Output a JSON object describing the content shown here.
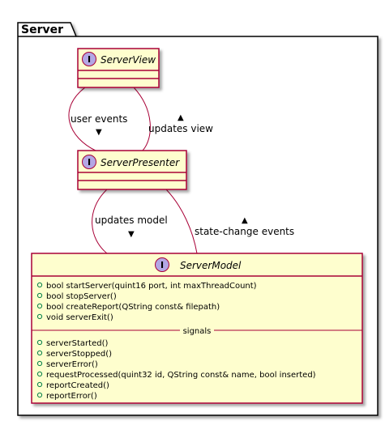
{
  "package": {
    "name": "Server"
  },
  "classes": {
    "view": {
      "name": "ServerView",
      "stereotype_letter": "I"
    },
    "presenter": {
      "name": "ServerPresenter",
      "stereotype_letter": "I"
    },
    "model": {
      "name": "ServerModel",
      "stereotype_letter": "I",
      "methods": [
        "bool startServer(quint16 port, int maxThreadCount)",
        "bool stopServer()",
        "bool createReport(QString const& filepath)",
        "void serverExit()"
      ],
      "signals_label": "signals",
      "signals": [
        "serverStarted()",
        "serverStopped()",
        "serverError()",
        "requestProcessed(quint32 id, QString const& name, bool inserted)",
        "reportCreated()",
        "reportError()"
      ]
    }
  },
  "edges": {
    "user_events": {
      "label": "user events",
      "arrow": "▼"
    },
    "updates_view": {
      "label": "updates view",
      "arrow": "▲"
    },
    "updates_model": {
      "label": "updates model",
      "arrow": "▼"
    },
    "state_change": {
      "label": "state-change events",
      "arrow": "▲"
    }
  },
  "colors": {
    "class_fill": "#FEFECE",
    "class_border": "#A80036",
    "stereo_circle": "#B4A7E5",
    "package_fill": "#FFFFFF",
    "package_border": "#000000",
    "member_bullet": "#84BE84"
  }
}
